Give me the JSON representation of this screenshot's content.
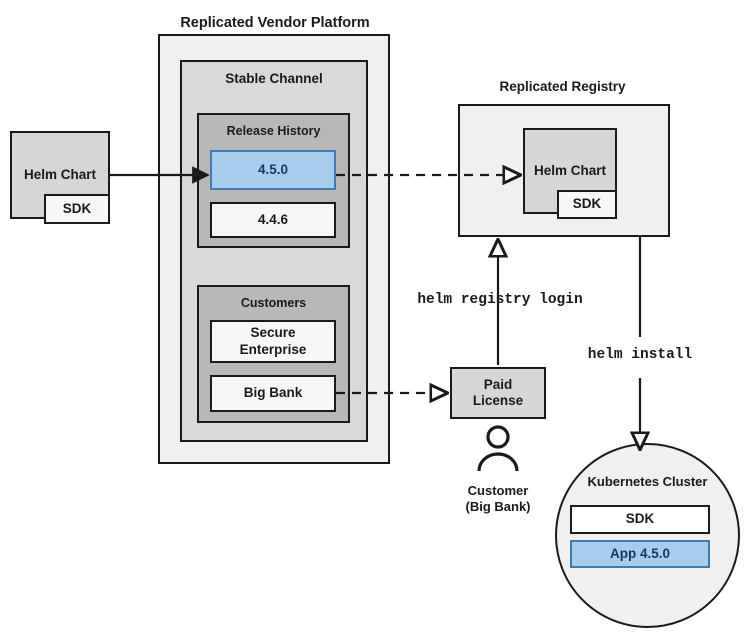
{
  "diagram": {
    "title_platform": "Replicated Vendor Platform",
    "title_registry": "Replicated Registry",
    "colors": {
      "accent_blue_fill": "#a7cdec",
      "accent_blue_border": "#3f7cb5",
      "accent_blue_text": "#15395c",
      "platform_fill": "#f0f0f0",
      "channel_fill": "#d9d9d9",
      "group_fill": "#b8b8b8",
      "box_fill": "#f7f7f7",
      "gray_fill": "#d6d6d6",
      "stroke": "#1a1a1a"
    },
    "source_chart": {
      "title": "Helm Chart",
      "sdk": "SDK"
    },
    "platform": {
      "channel": {
        "label": "Stable Channel",
        "release_history": {
          "label": "Release History",
          "releases": [
            {
              "version": "4.5.0",
              "highlighted": true
            },
            {
              "version": "4.4.6",
              "highlighted": false
            }
          ]
        },
        "customers": {
          "label": "Customers",
          "entries": [
            {
              "name": "Secure\nEnterprise"
            },
            {
              "name": "Big Bank"
            }
          ]
        }
      }
    },
    "registry": {
      "chart": {
        "title": "Helm Chart",
        "sdk": "SDK"
      }
    },
    "license": {
      "label": "Paid\nLicense"
    },
    "customer_actor": {
      "label": "Customer\n(Big Bank)",
      "icon": "person-icon"
    },
    "cluster": {
      "label": "Kubernetes Cluster",
      "components": [
        {
          "name": "SDK",
          "highlighted": false
        },
        {
          "name": "App 4.5.0",
          "highlighted": true
        }
      ]
    },
    "commands": [
      {
        "text": "helm registry login"
      },
      {
        "text": "helm install"
      }
    ]
  }
}
